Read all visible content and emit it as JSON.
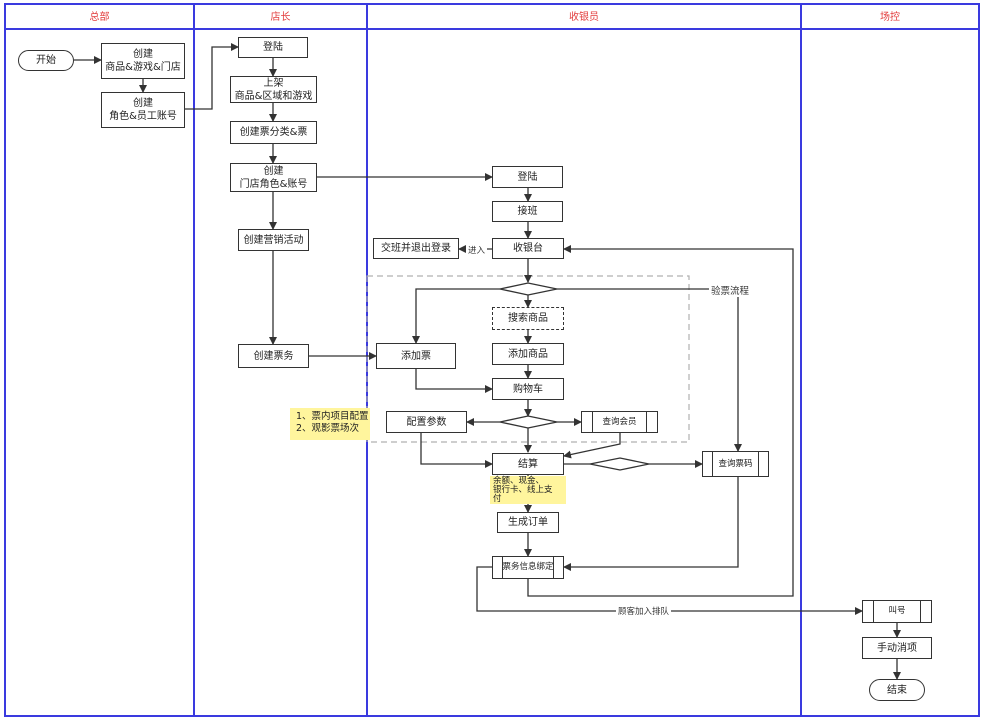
{
  "lanes": [
    "总部",
    "店长",
    "收银员",
    "场控"
  ],
  "nodes": {
    "start": "开始",
    "create_products_line1": "创建",
    "create_products_line2": "商品&游戏&门店",
    "create_roles_line1": "创建",
    "create_roles_line2": "角色&员工账号",
    "mgr_login": "登陆",
    "listing_line1": "上架",
    "listing_line2": "商品&区域和游戏",
    "ticket_category": "创建票分类&票",
    "store_roles_line1": "创建",
    "store_roles_line2": "门店角色&账号",
    "marketing": "创建营销活动",
    "ticket_service": "创建票务",
    "cashier_login": "登陆",
    "shift_takeover": "接班",
    "cashier_desk": "收银台",
    "handover_logout": "交班并退出登录",
    "search_products": "搜索商品",
    "add_product": "添加商品",
    "add_ticket": "添加票",
    "cart": "购物车",
    "config_params": "配置参数",
    "query_member": "查询会员",
    "checkout": "结算",
    "generate_order": "生成订单",
    "ticket_binding": "票务信息绑定",
    "query_ticket_code": "查询票码",
    "call_number": "叫号",
    "manual_redeem": "手动消项",
    "end": "结束"
  },
  "notes": {
    "config_note_line1": "1、票内项目配置",
    "config_note_line2": "2、观影票场次",
    "payment_note_line1": "余额、现金、",
    "payment_note_line2": "银行卡、线上支",
    "payment_note_line3": "付"
  },
  "edge_labels": {
    "enter": "进入",
    "verify_flow": "验票流程",
    "customer_queue": "顾客加入排队"
  },
  "colors": {
    "lane_border": "#3a3adf",
    "lane_title": "#e23b3b",
    "note_bg": "#fff59d",
    "line": "#333333",
    "group_dash": "#b0b0b0"
  }
}
